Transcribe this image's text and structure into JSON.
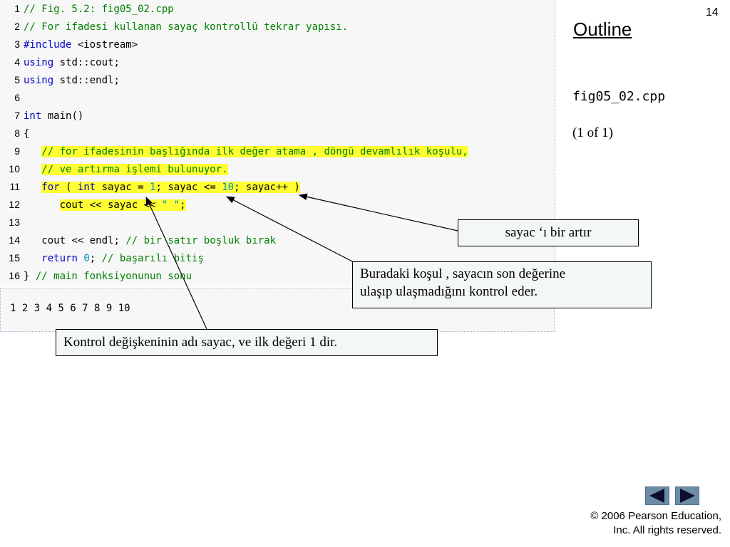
{
  "slide_number": "14",
  "outline": {
    "title": "Outline",
    "file_name": "fig05_02.cpp",
    "page_of": "(1 of 1)"
  },
  "code_lines": [
    {
      "n": "1",
      "text": "// Fig. 5.2: fig05_02.cpp"
    },
    {
      "n": "2",
      "text": "// For ifadesi kullanan sayaç kontrollü tekrar yapısı."
    },
    {
      "n": "3",
      "kw": "#include",
      "rest": " <iostream>"
    },
    {
      "n": "4",
      "kw": "using",
      "rest": " std::cout;"
    },
    {
      "n": "5",
      "kw": "using",
      "rest": " std::endl;"
    },
    {
      "n": "6"
    },
    {
      "n": "7",
      "kw": "int",
      "rest": " main()"
    },
    {
      "n": "8",
      "text": "{"
    },
    {
      "n": "9",
      "text": "// for ifadesinin başlığında ilk değer atama , döngü devamlılık koşulu,"
    },
    {
      "n": "10",
      "text": "// ve artırma işlemi bulunuyor."
    },
    {
      "n": "11",
      "parts": [
        "for",
        " ( ",
        "int",
        " sayac = ",
        "1",
        "; sayac <= ",
        "10",
        "; sayac++ )"
      ]
    },
    {
      "n": "12",
      "parts": [
        "cout << sayac << ",
        "\" \"",
        ";"
      ]
    },
    {
      "n": "13"
    },
    {
      "n": "14",
      "parts": [
        "cout << endl; ",
        "// bir satır boşluk bırak"
      ]
    },
    {
      "n": "15",
      "parts": [
        "return",
        " ",
        "0",
        "; ",
        "// başarılı bitiş"
      ]
    },
    {
      "n": "16",
      "parts": [
        "} ",
        "// main fonksiyonunun sonu"
      ]
    }
  ],
  "output": "1 2 3 4 5 6 7 8 9 10",
  "callouts": {
    "increment": "sayac ‘ı bir artır",
    "condition_line1": "Buradaki koşul , sayacın son değerine",
    "condition_line2": "ulaşıp ulaşmadığını kontrol eder.",
    "variable": "Kontrol değişkeninin adı sayac, ve ilk değeri 1 dir."
  },
  "copyright": {
    "line1": "© 2006 Pearson Education,",
    "line2": "Inc.  All rights reserved."
  }
}
